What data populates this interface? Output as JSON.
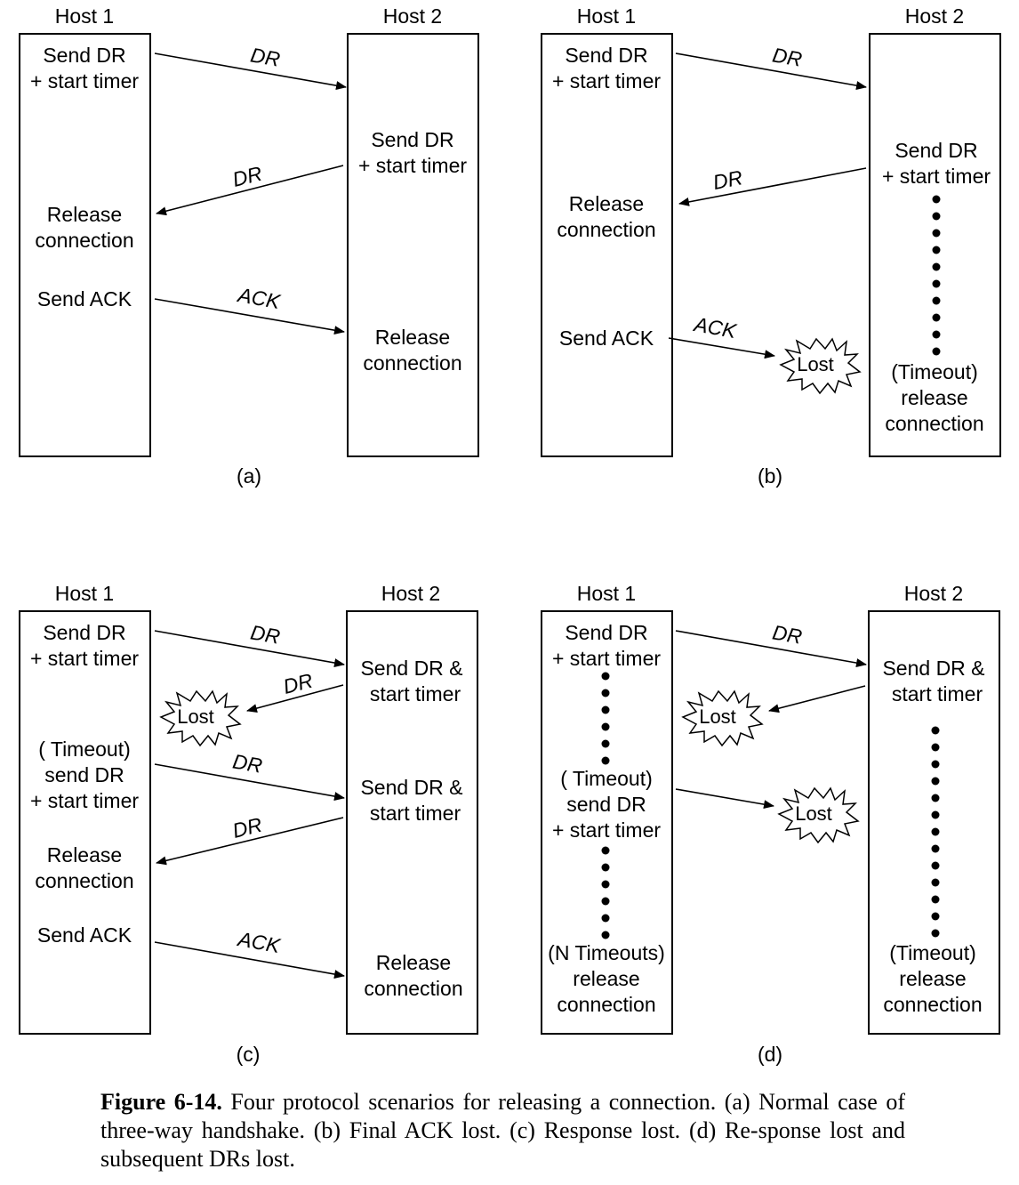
{
  "panels": [
    {
      "id": "a",
      "label": "(a)",
      "host1": "Host 1",
      "host2": "Host 2",
      "left_text": [
        [
          "Send DR",
          "+ start timer"
        ],
        [
          "Release",
          "connection"
        ],
        [
          "Send ACK"
        ]
      ],
      "right_text": [
        [
          "Send DR",
          "+ start timer"
        ],
        [
          "Release",
          "connection"
        ]
      ],
      "messages": [
        "DR",
        "DR",
        "ACK"
      ],
      "lost": []
    },
    {
      "id": "b",
      "label": "(b)",
      "host1": "Host 1",
      "host2": "Host 2",
      "left_text": [
        [
          "Send DR",
          "+ start timer"
        ],
        [
          "Release",
          "connection"
        ],
        [
          "Send ACK"
        ]
      ],
      "right_text": [
        [
          "Send DR",
          "+ start timer"
        ],
        [
          "(Timeout)",
          "release",
          "connection"
        ]
      ],
      "messages": [
        "DR",
        "DR",
        "ACK"
      ],
      "lost": [
        "Lost"
      ]
    },
    {
      "id": "c",
      "label": "(c)",
      "host1": "Host 1",
      "host2": "Host 2",
      "left_text": [
        [
          "Send DR",
          "+ start timer"
        ],
        [
          "( Timeout)",
          "send DR",
          "+ start timer"
        ],
        [
          "Release",
          "connection"
        ],
        [
          "Send ACK"
        ]
      ],
      "right_text": [
        [
          "Send DR &",
          "start timer"
        ],
        [
          "Send DR &",
          "start timer"
        ],
        [
          "Release",
          "connection"
        ]
      ],
      "messages": [
        "DR",
        "DR",
        "DR",
        "DR",
        "ACK"
      ],
      "lost": [
        "Lost"
      ]
    },
    {
      "id": "d",
      "label": "(d)",
      "host1": "Host 1",
      "host2": "Host 2",
      "left_text": [
        [
          "Send DR",
          "+ start timer"
        ],
        [
          "( Timeout)",
          "send DR",
          "+ start timer"
        ],
        [
          "(N Timeouts)",
          "release",
          "connection"
        ]
      ],
      "right_text": [
        [
          "Send DR &",
          "start timer"
        ],
        [
          "(Timeout)",
          "release",
          "connection"
        ]
      ],
      "messages": [
        "DR"
      ],
      "lost": [
        "Lost",
        "Lost"
      ]
    }
  ],
  "caption": {
    "figure": "Figure 6-14.",
    "text": "Four protocol scenarios for releasing a connection. (a) Normal case of three-way handshake. (b) Final ACK lost. (c) Response lost. (d) Re-sponse lost and subsequent DRs lost."
  }
}
